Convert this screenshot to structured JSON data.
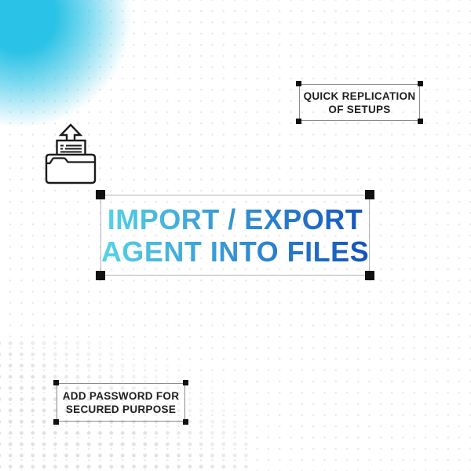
{
  "canvas": {
    "background_color": "#ffffff",
    "dot_color": "#e9e9e9",
    "big_dot_color": "#e2e2e2",
    "blob_color": "#2ac2e6"
  },
  "title": {
    "lines": [
      "IMPORT / EXPORT",
      "AGENT INTO FILES"
    ],
    "gradient_start": "#55d5e7",
    "gradient_end": "#1350bd"
  },
  "callouts": {
    "top_right": {
      "lines": [
        "QUICK REPLICATION",
        "OF SETUPS"
      ],
      "text_color": "#1e1e1e",
      "border_color": "#8c8c8c"
    },
    "bottom_left": {
      "lines": [
        "ADD PASSWORD FOR",
        "SECURED PURPOSE"
      ],
      "text_color": "#1e1e1e",
      "border_color": "#8c8c8c"
    }
  },
  "icons": {
    "export_folder": "folder-export-icon",
    "stroke_color": "#1a1a1a"
  },
  "selection": {
    "handle_color": "#111111",
    "title_border_color": "#b3b3b3"
  }
}
